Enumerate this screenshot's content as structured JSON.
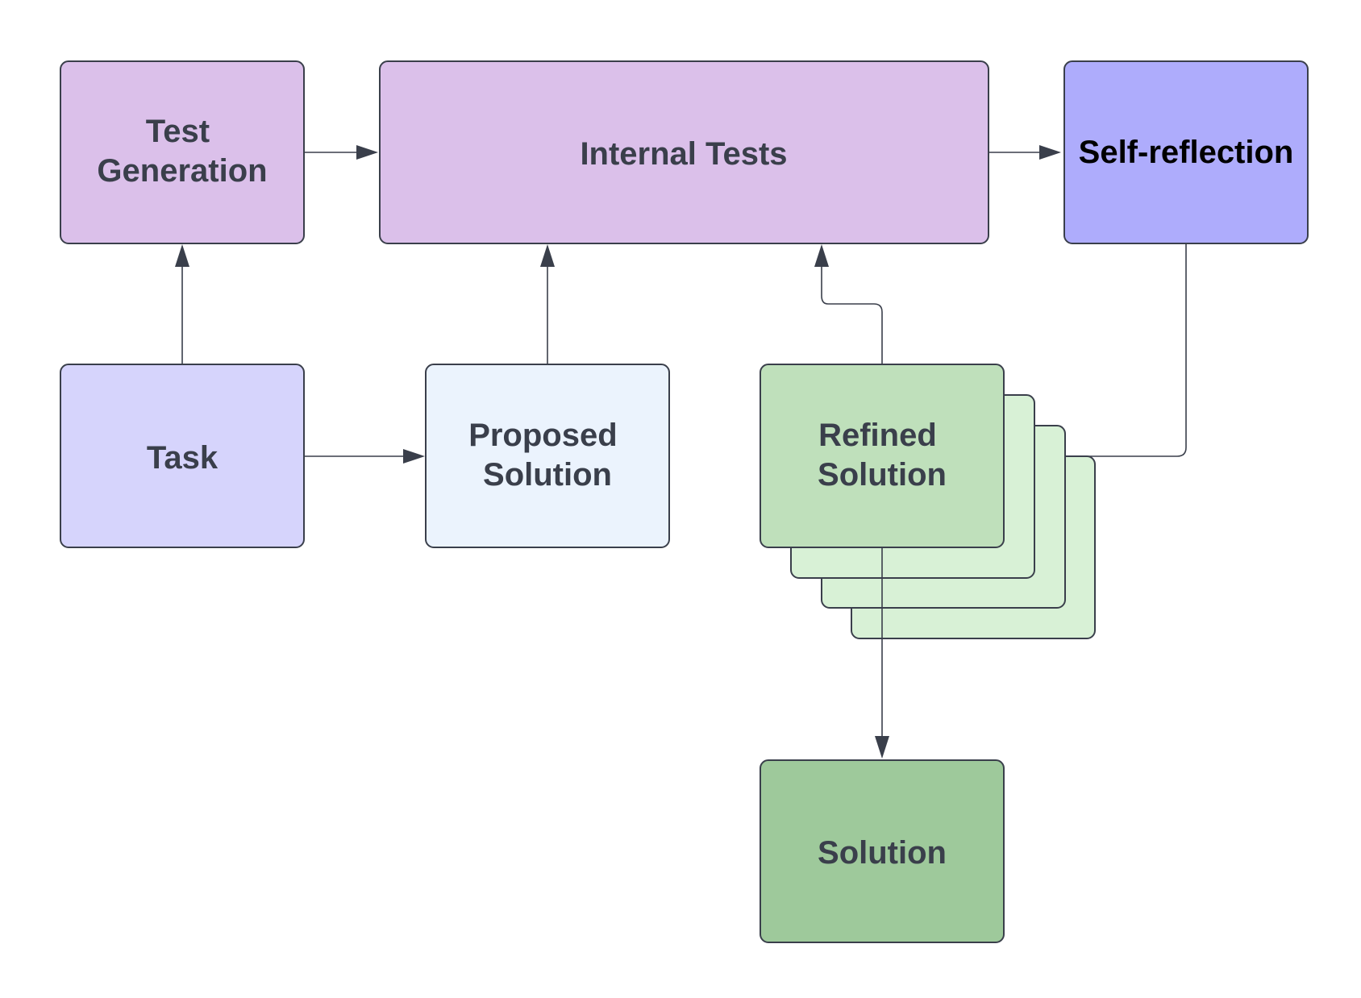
{
  "nodes": {
    "test_generation": {
      "lines": [
        "Test",
        "Generation"
      ],
      "fill": "#dbc0ea"
    },
    "internal_tests": {
      "lines": [
        "Internal Tests"
      ],
      "fill": "#dbc0ea"
    },
    "self_reflection": {
      "lines": [
        "Self-reflection"
      ],
      "fill": "#aeacfc"
    },
    "task": {
      "lines": [
        "Task"
      ],
      "fill": "#d6d4fc"
    },
    "proposed_solution": {
      "lines": [
        "Proposed",
        "Solution"
      ],
      "fill": "#ebf3fd"
    },
    "refined_solution": {
      "lines": [
        "Refined",
        "Solution"
      ],
      "fill": "#bfe0bb",
      "stack_fill": "#d8f1d6"
    },
    "solution": {
      "lines": [
        "Solution"
      ],
      "fill": "#9ec99b"
    }
  },
  "colors": {
    "stroke": "#3a3f4b",
    "text": "#3a3f4b",
    "text_dark": "#000000",
    "background": "#ffffff"
  }
}
